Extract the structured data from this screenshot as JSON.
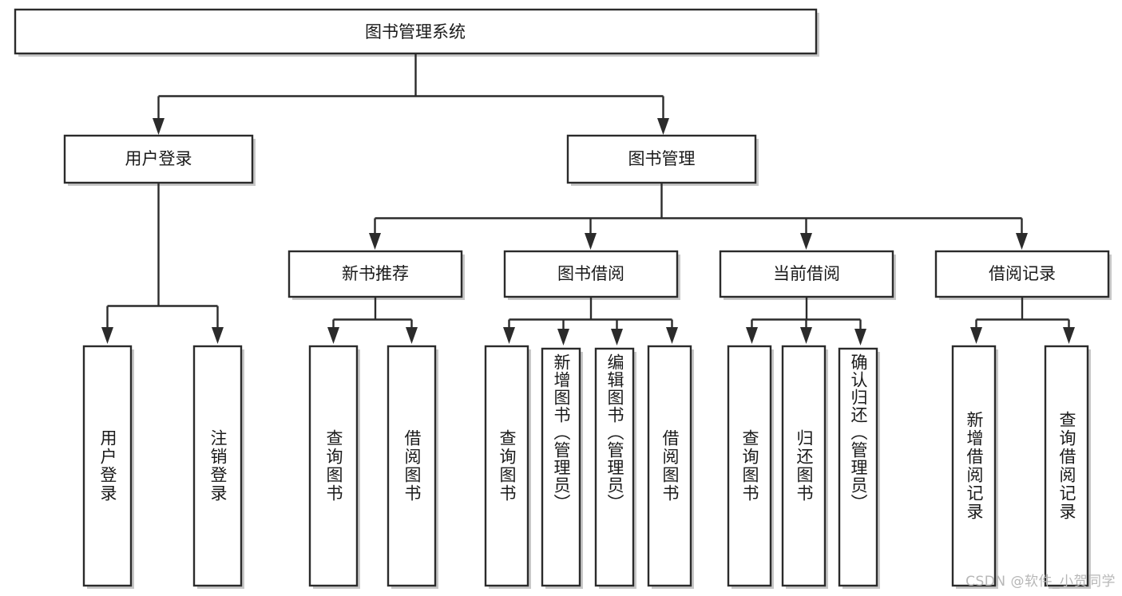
{
  "diagram": {
    "type": "tree",
    "title": "图书管理系统",
    "orientation": "top-down",
    "colors": {
      "box_stroke": "#2b2b2b",
      "box_fill": "#ffffff",
      "text": "#1a1a1a",
      "background": "#ffffff",
      "watermark": "#b7b7b7"
    },
    "root": {
      "label": "图书管理系统"
    },
    "level2": [
      {
        "label": "用户登录"
      },
      {
        "label": "图书管理"
      }
    ],
    "level3": [
      {
        "label": "新书推荐"
      },
      {
        "label": "图书借阅"
      },
      {
        "label": "当前借阅"
      },
      {
        "label": "借阅记录"
      }
    ],
    "leaves": {
      "user_login": [
        {
          "label": "用户登录"
        },
        {
          "label": "注销登录"
        }
      ],
      "new_book": [
        {
          "label": "查询图书"
        },
        {
          "label": "借阅图书"
        }
      ],
      "borrow_book": [
        {
          "label": "查询图书"
        },
        {
          "label": "新增图书（管理员）"
        },
        {
          "label": "编辑图书（管理员）"
        },
        {
          "label": "借阅图书"
        }
      ],
      "current_borrow": [
        {
          "label": "查询图书"
        },
        {
          "label": "归还图书"
        },
        {
          "label": "确认归还（管理员）"
        }
      ],
      "borrow_record": [
        {
          "label": "新增借阅记录"
        },
        {
          "label": "查询借阅记录"
        }
      ]
    }
  },
  "watermark": {
    "text": "CSDN @软件_小贺同学"
  }
}
